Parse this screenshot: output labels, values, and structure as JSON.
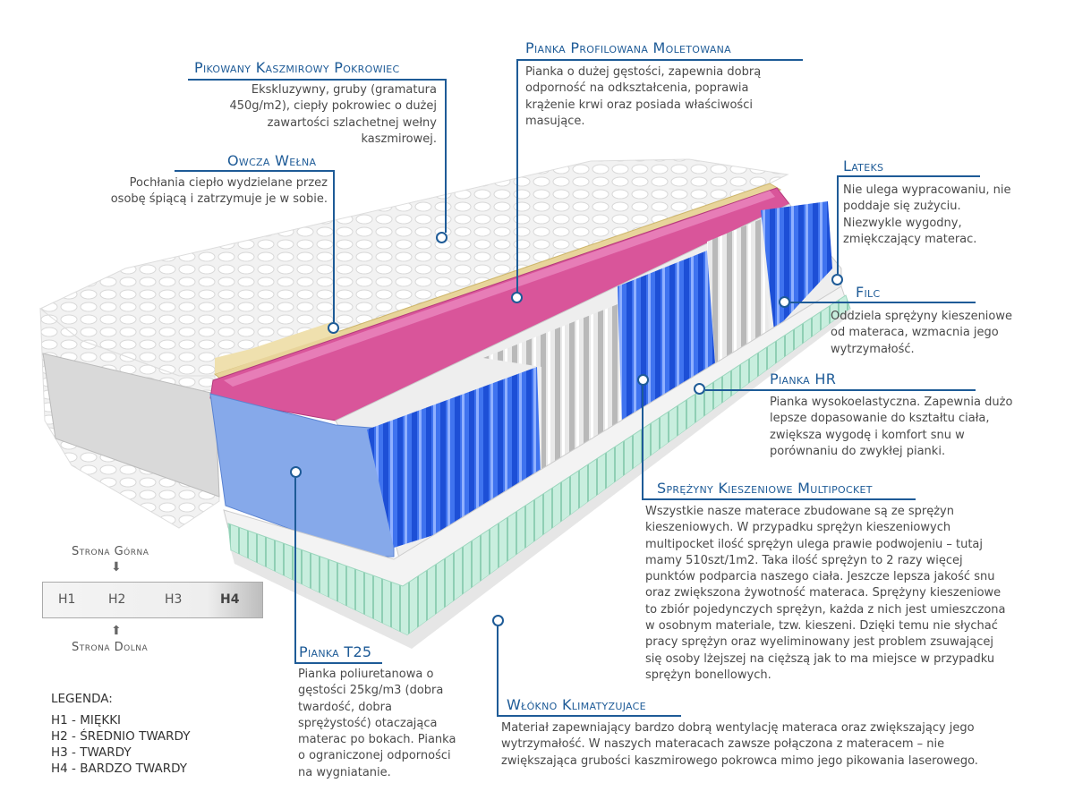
{
  "callouts": {
    "cover": {
      "title": "Pikowany Kaszmirowy Pokrowiec",
      "text": [
        "Ekskluzywny, gruby (gramatura",
        "450g/m2), ciepły pokrowiec o dużej",
        "zawartości szlachetnej wełny",
        "kaszmirowej."
      ]
    },
    "wool": {
      "title": "Owcza Wełna",
      "text": [
        "Pochłania ciepło wydzielane przez",
        "osobę śpiącą i zatrzymuje je w sobie."
      ]
    },
    "profiled": {
      "title": "Pianka Profilowana Moletowana",
      "text": [
        "Pianka o dużej gęstości, zapewnia dobrą",
        "odporność na odkształcenia, poprawia",
        "krążenie krwi oraz posiada właściwości",
        "masujące."
      ]
    },
    "latex": {
      "title": "Lateks",
      "text": [
        "Nie ulega wypracowaniu, nie",
        "poddaje się zużyciu.",
        "Niezwykle wygodny,",
        "zmiękczający materac."
      ]
    },
    "felt": {
      "title": "Filc",
      "text": [
        "Oddziela sprężyny kieszeniowe",
        "od materaca, wzmacnia jego",
        "wytrzymałość."
      ]
    },
    "hr": {
      "title": "Pianka HR",
      "text": [
        "Pianka wysokoelastyczna. Zapewnia dużo",
        "lepsze dopasowanie do kształtu ciała,",
        "zwiększa wygodę i komfort snu w",
        "porównaniu do zwykłej pianki."
      ]
    },
    "springs": {
      "title": "Sprężyny Kieszeniowe  Multipocket",
      "text": [
        "Wszystkie nasze materace zbudowane są ze sprężyn",
        "kieszeniowych. W przypadku sprężyn kieszeniowych",
        "multipocket ilość sprężyn ulega prawie podwojeniu – tutaj",
        "mamy 510szt/1m2. Taka ilość sprężyn to 2 razy więcej",
        "punktów podparcia naszego ciała. Jeszcze lepsza jakość snu",
        "oraz zwiększona żywotność materaca. Sprężyny kieszeniowe",
        "to zbiór pojedynczych sprężyn, każda z nich jest umieszczona",
        "w osobnym materiale, tzw. kieszeni. Dzięki temu nie słychać",
        "pracy sprężyn oraz wyeliminowany jest problem zsuwającej",
        "się osoby lżejszej na cięższą jak to ma miejsce w przypadku",
        "sprężyn bonellowych."
      ]
    },
    "t25": {
      "title": "Pianka T25",
      "text": [
        "Pianka poliuretanowa o",
        "gęstości 25kg/m3 (dobra",
        "twardość, dobra",
        "sprężystość) otaczająca",
        "materac po bokach. Pianka",
        "o ograniczonej odporności",
        "na wygniatanie."
      ]
    },
    "fiber": {
      "title": "Włókno Klimatyzujace",
      "text": [
        "Materiał zapewniający bardzo dobrą wentylację materaca oraz zwiększający jego",
        "wytrzymałość. W naszych materacach zawsze połączona z materacem – nie",
        "zwiększająca grubości kaszmirowego pokrowca mimo jego pikowania laserowego."
      ]
    }
  },
  "hardness": {
    "top_label": "Strona Górna",
    "bottom_label": "Strona Dolna",
    "levels": [
      "H1",
      "H2",
      "H3",
      "H4"
    ],
    "highlighted": "H4",
    "legend_title": "LEGENDA:",
    "legend": [
      "H1 - MIĘKKI",
      "H2 - ŚREDNIO TWARDY",
      "H3 - TWARDY",
      "H4 - BARDZO TWARDY"
    ]
  },
  "colors": {
    "accent": "#1e5b97",
    "pink_foam": "#d9559a",
    "blue_foam": "#7ea3e6",
    "springs_blue": "#2a5de0",
    "wool": "#e8d49a",
    "fiber": "#bfe8d8"
  }
}
